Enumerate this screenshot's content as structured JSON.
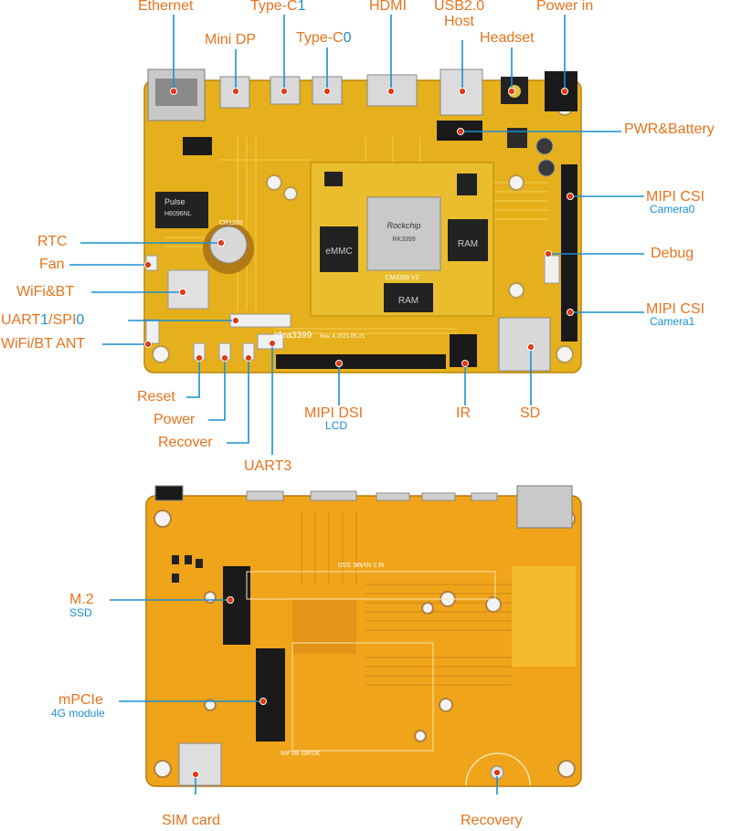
{
  "colors": {
    "label": "#e8731c",
    "accent": "#1a8fd0",
    "board": "#e8b21a",
    "leader": "#1a8fd0"
  },
  "top": {
    "ethernet": "Ethernet",
    "mini_dp": "Mini DP",
    "type_c1": {
      "a": "Type-C",
      "b": "1"
    },
    "type_c0": {
      "a": "Type-C",
      "b": "0"
    },
    "hdmi": "HDMI",
    "usb_host": {
      "a": "USB2.0",
      "b": "Host"
    },
    "headset": "Headset",
    "power_in": "Power in",
    "pwr_battery": "PWR&Battery",
    "mipi_csi_0": {
      "a": "MIPI CSI",
      "b": "Camera0"
    },
    "debug": "Debug",
    "mipi_csi_1": {
      "a": "MIPI CSI",
      "b": "Camera1"
    },
    "rtc": "RTC",
    "fan": "Fan",
    "wifi_bt": "WiFi&BT",
    "uart_spi": {
      "a": "UART",
      "b": "1",
      "c": "/SPI",
      "d": "0"
    },
    "wifi_bt_ant": "WiFi/BT ANT",
    "reset": "Reset",
    "power": "Power",
    "recover": "Recover",
    "uart3": "UART3",
    "mipi_dsi": {
      "a": "MIPI DSI",
      "b": "LCD"
    },
    "ir": "IR",
    "sd": "SD",
    "board_text": {
      "emmc": "eMMC",
      "ram": "RAM",
      "soc_brand": "Rockchip",
      "soc_model": "RK3399",
      "module": "CM3399 V2",
      "board_name": "idea3399",
      "rev": "Rev. 4  2021-05-21",
      "pulse": "Pulse",
      "pulse_part": "H6096NL",
      "rtc_cell": "CR1220"
    }
  },
  "bottom": {
    "m2": {
      "a": "M.2",
      "b": "SSD"
    },
    "mpcie": {
      "a": "mPCIe",
      "b": "4G module"
    },
    "sim": "SIM card",
    "recovery": "Recovery",
    "board_text": {
      "nvme": "M.2 NVME SSD",
      "wlan": "3G/4G WLAN"
    }
  }
}
